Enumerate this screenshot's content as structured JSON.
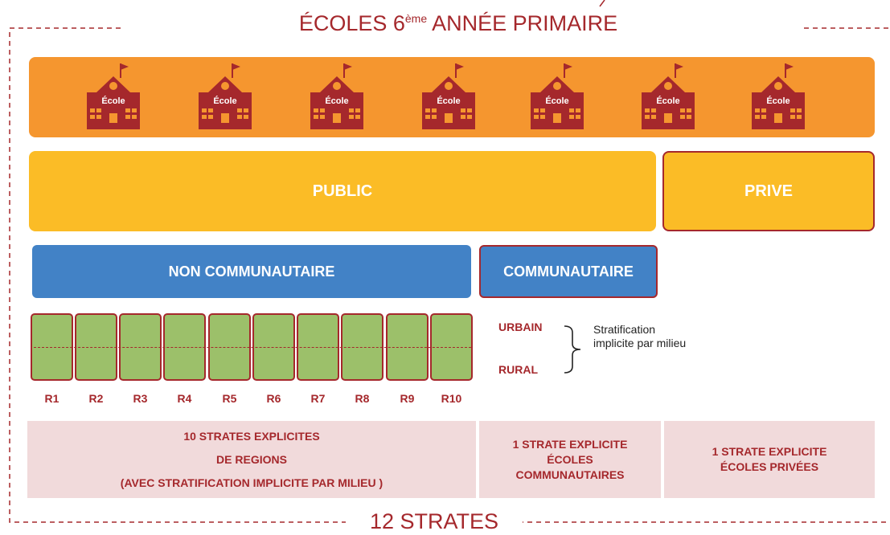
{
  "title": {
    "prefix": "ÉCOLES 6",
    "sup": "ème",
    "suffix": " ANNÉE PRIMAIRE"
  },
  "schools": {
    "label": "École",
    "count": 7
  },
  "colors": {
    "accent": "#a5282c",
    "orange": "#f5962f",
    "yellow": "#fbbc26",
    "blue": "#4282c6",
    "green": "#9cc06a",
    "pink": "#f1dadb"
  },
  "sectors": {
    "public": "PUBLIC",
    "prive": "PRIVE"
  },
  "types": {
    "non_communautaire": "NON COMMUNAUTAIRE",
    "communautaire": "COMMUNAUTAIRE"
  },
  "regions": [
    "R1",
    "R2",
    "R3",
    "R4",
    "R5",
    "R6",
    "R7",
    "R8",
    "R9",
    "R10"
  ],
  "milieu": {
    "urbain": "URBAIN",
    "rural": "RURAL",
    "note": "Stratification implicite par milieu"
  },
  "strata": [
    {
      "lines": [
        "10 STRATES EXPLICITES",
        "DE REGIONS",
        "(AVEC  STRATIFICATION IMPLICITE PAR MILIEU )"
      ]
    },
    {
      "lines": [
        "1 STRATE EXPLICITE",
        "ÉCOLES",
        "COMMUNAUTAIRES"
      ]
    },
    {
      "lines": [
        "1 STRATE EXPLICITE",
        "ÉCOLES PRIVÉES"
      ]
    }
  ],
  "total": "12 STRATES"
}
